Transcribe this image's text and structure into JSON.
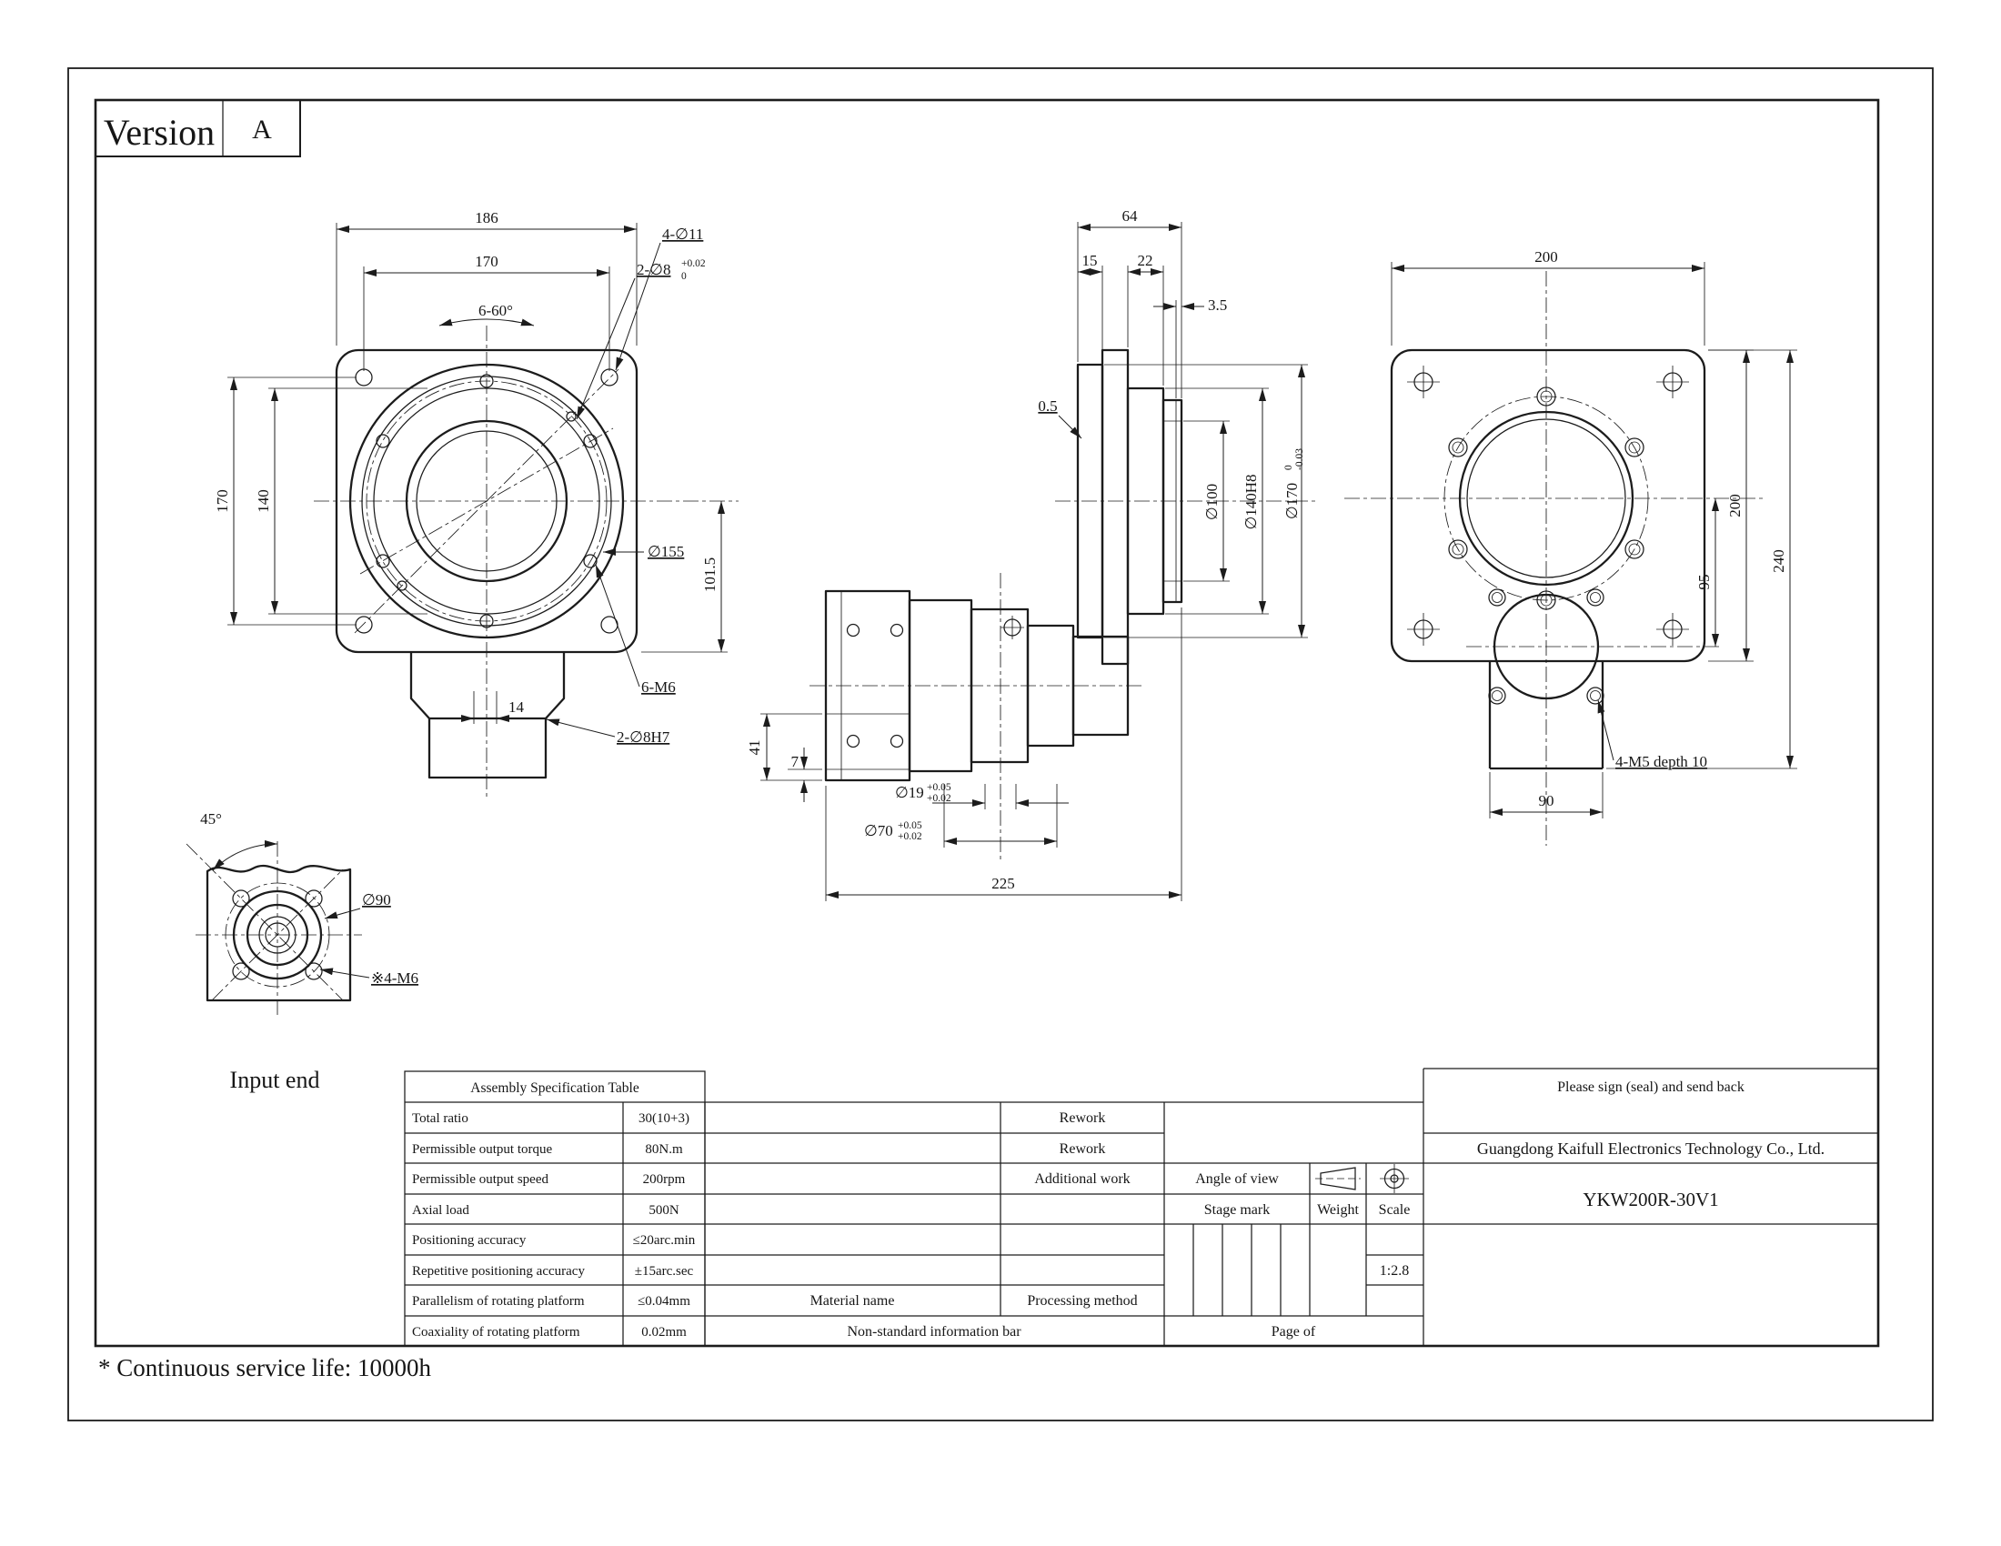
{
  "sheet": {
    "version_label": "Version",
    "version_value": "A",
    "footer_note": "* Continuous service life: 10000h"
  },
  "front_view": {
    "dim_width_overall": "186",
    "dim_width_bolt": "170",
    "dim_hole_angle": "6-60°",
    "label_corner_holes": "4-∅11",
    "label_pin_holes": "2-∅8",
    "pin_tol_top": "+0.02",
    "pin_tol_bot": "0",
    "dim_height_bolt": "170",
    "dim_height_inner": "140",
    "label_circle": "∅155",
    "dim_center_to_bottom": "101.5",
    "dim_offset": "14",
    "label_tapped_holes": "6-M6",
    "label_dowel_holes": "2-∅8H7"
  },
  "side_view": {
    "dim_depth_overall": "64",
    "dim_platform_thk": "15",
    "dim_body_thk": "22",
    "dim_flange_thk": "3.5",
    "dim_platform_protrusion": "0.5",
    "dim_bore": "∅100",
    "dim_spigot": "∅140H8",
    "dim_platform_dia": "∅170",
    "platform_tol_top": "0",
    "platform_tol_bot": "-0.03",
    "dim_input_depth": "41",
    "dim_input_lip": "7",
    "dim_input_bore": "∅19",
    "input_bore_tol_top": "+0.05",
    "input_bore_tol_bot": "+0.02",
    "dim_input_spigot": "∅70",
    "input_spigot_tol_top": "+0.05",
    "input_spigot_tol_bot": "+0.02",
    "dim_length_overall": "225"
  },
  "rear_view": {
    "dim_width": "200",
    "dim_height": "200",
    "dim_height_overall": "240",
    "dim_center_offset": "95",
    "dim_ext_width": "90",
    "label_tapped_holes": "4-M5 depth 10"
  },
  "input_view": {
    "dim_angle": "45°",
    "label_bolt_circle": "∅90",
    "label_tapped_holes": "※4-M6",
    "caption": "Input end"
  },
  "spec_table": {
    "title": "Assembly Specification Table",
    "rows": [
      {
        "label": "Total ratio",
        "value": "30(10+3)"
      },
      {
        "label": "Permissible output torque",
        "value": "80N.m"
      },
      {
        "label": "Permissible output speed",
        "value": "200rpm"
      },
      {
        "label": "Axial load",
        "value": "500N"
      },
      {
        "label": "Positioning accuracy",
        "value": "≤20arc.min"
      },
      {
        "label": "Repetitive positioning accuracy",
        "value": "±15arc.sec"
      },
      {
        "label": "Parallelism of rotating platform",
        "value": "≤0.04mm"
      },
      {
        "label": "Coaxiality of rotating platform",
        "value": "0.02mm"
      }
    ]
  },
  "title_block": {
    "rework_1": "Rework",
    "rework_2": "Rework",
    "additional_work": "Additional work",
    "angle_of_view": "Angle of view",
    "stage_mark": "Stage mark",
    "weight": "Weight",
    "scale_label": "Scale",
    "scale_value": "1:2.8",
    "material_name": "Material name",
    "processing_method": "Processing method",
    "non_standard": "Non-standard information bar",
    "page_of": "Page of",
    "sign_note": "Please sign (seal) and send back",
    "company": "Guangdong Kaifull Electronics Technology Co., Ltd.",
    "model": "YKW200R-30V1"
  }
}
